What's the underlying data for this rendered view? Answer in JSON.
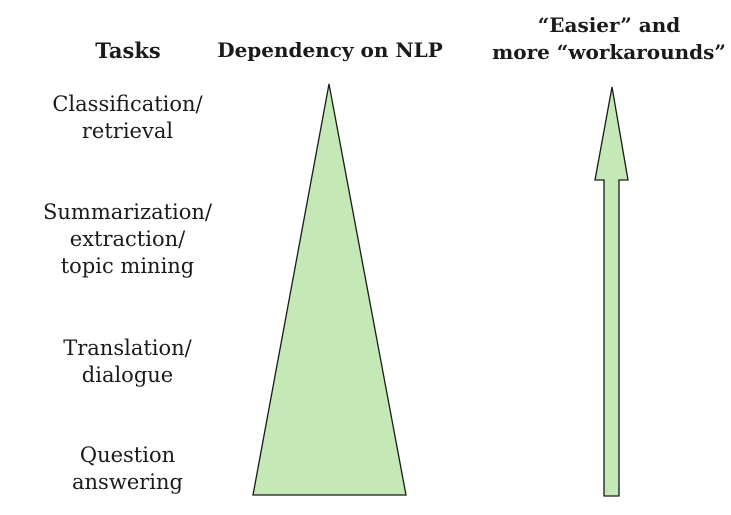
{
  "headers": {
    "tasks": "Tasks",
    "dependency": "Dependency on NLP",
    "easier_line1": "“Easier” and",
    "easier_line2": "more “workarounds”"
  },
  "tasks": [
    {
      "lines": [
        "Classification/",
        "retrieval"
      ]
    },
    {
      "lines": [
        "Summarization/",
        "extraction/",
        "topic mining"
      ]
    },
    {
      "lines": [
        "Translation/",
        "dialogue"
      ]
    },
    {
      "lines": [
        "Question",
        "answering"
      ]
    }
  ],
  "colors": {
    "shape_fill": "#c5e8b7",
    "shape_stroke": "#1a1a1a"
  }
}
